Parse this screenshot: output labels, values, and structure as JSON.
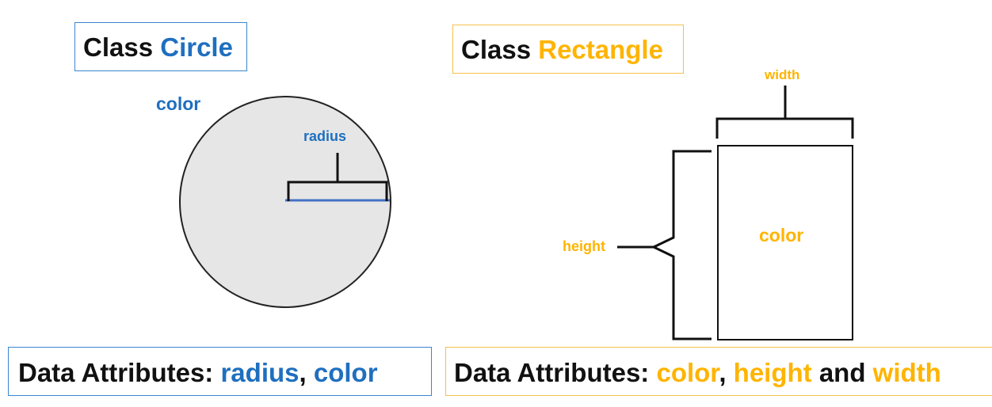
{
  "circle": {
    "title_prefix": "Class",
    "title_name": "Circle",
    "color_label": "color",
    "radius_label": "radius",
    "attributes_prefix": "Data Attributes:",
    "attr1": "radius",
    "sep": ",",
    "attr2": "color"
  },
  "rectangle": {
    "title_prefix": "Class",
    "title_name": "Rectangle",
    "width_label": "width",
    "height_label": "height",
    "color_label": "color",
    "attributes_prefix": "Data Attributes:",
    "attr1": "color",
    "sep": ",",
    "attr2": "height",
    "conj": "and",
    "attr3": "width"
  },
  "colors": {
    "circle_accent": "#1f6fbf",
    "rectangle_accent": "#ffb400",
    "circle_fill": "#e6e6e6",
    "outline": "#111111"
  }
}
